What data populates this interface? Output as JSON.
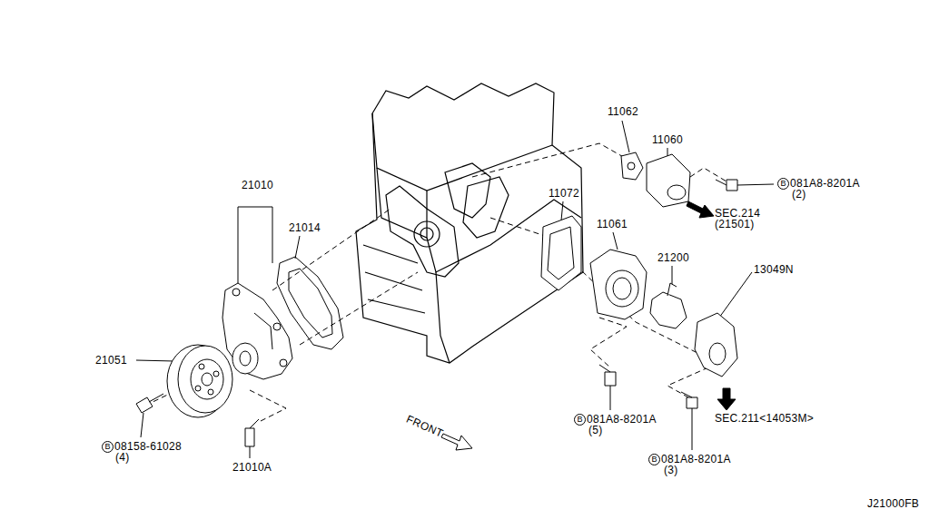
{
  "diagram": {
    "labels": [
      "11062",
      "11060",
      "B",
      "081A8-8201A",
      "(2)",
      "SEC.214",
      "(21501)",
      "21010",
      "21014",
      "11072",
      "11061",
      "21200",
      "13049N",
      "21051",
      "B",
      "08158-61028",
      "(4)",
      "21010A",
      "FRONT",
      "B",
      "081A8-8201A",
      "(5)",
      "SEC.211<14053M>",
      "B",
      "081A8-8201A",
      "(3)",
      "J21000FB"
    ]
  }
}
